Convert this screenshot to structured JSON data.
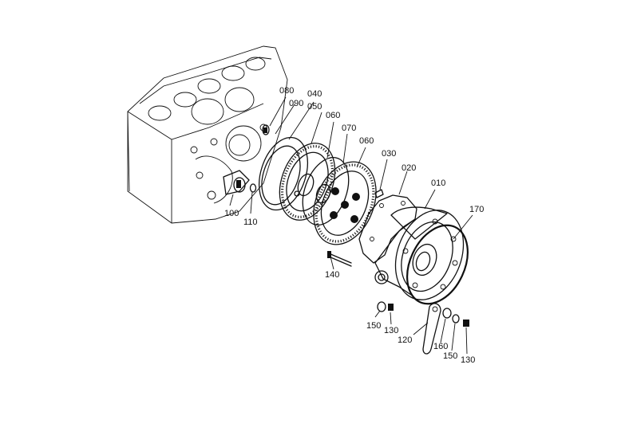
{
  "diagram": {
    "labels": [
      "080",
      "040",
      "090",
      "050",
      "060",
      "070",
      "060",
      "030",
      "020",
      "010",
      "170",
      "100",
      "110",
      "140",
      "150",
      "130",
      "120",
      "160",
      "150",
      "130"
    ]
  }
}
